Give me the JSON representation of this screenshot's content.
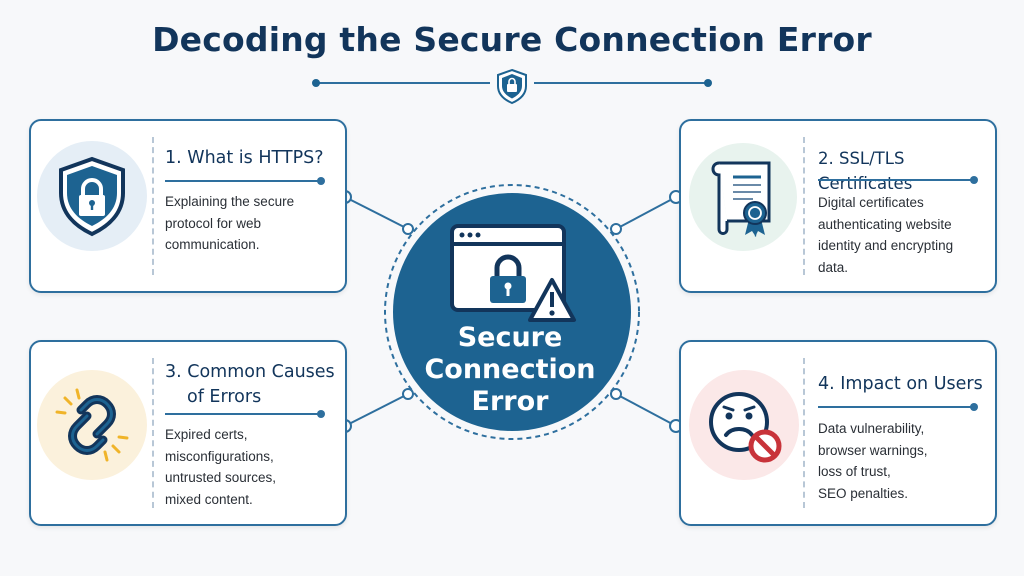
{
  "title": "Decoding the Secure Connection Error",
  "center": {
    "line1": "Secure",
    "line2": "Connection",
    "line3": "Error"
  },
  "cards": [
    {
      "title": "1. What is HTTPS?",
      "body": [
        "Explaining the secure",
        "protocol for web",
        "communication."
      ],
      "icon": "shield-lock-icon"
    },
    {
      "title": "2. SSL/TLS Certificates",
      "body": [
        "Digital certificates",
        "authenticating website",
        "identity and encrypting",
        "data."
      ],
      "icon": "certificate-icon"
    },
    {
      "title_line1": "3. Common Causes",
      "title_line2": "of Errors",
      "body": [
        "Expired certs,",
        "misconfigurations,",
        "untrusted sources,",
        "mixed content."
      ],
      "icon": "broken-chain-icon"
    },
    {
      "title": "4. Impact on Users",
      "body": [
        "Data vulnerability,",
        "browser warnings,",
        "loss of trust,",
        "SEO penalties."
      ],
      "icon": "sad-face-icon"
    }
  ],
  "colors": {
    "primary": "#1d6391",
    "navy": "#12355b",
    "warning_red": "#c8333a"
  }
}
